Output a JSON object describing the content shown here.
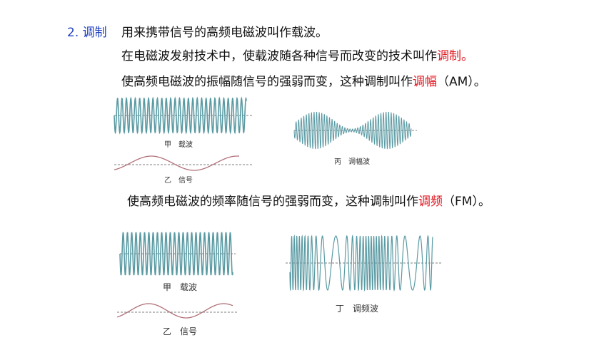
{
  "section": {
    "number_label": "2. 调制",
    "definition": "用来携带信号的高频电磁波叫作载波。"
  },
  "paragraphs": {
    "modulation": {
      "text": "在电磁波发射技术中，使载波随各种信号而改变的技术叫作",
      "term": "调制。"
    },
    "am": {
      "text": "使高频电磁波的振幅随信号的强弱而变，这种调制叫作",
      "term": "调幅",
      "suffix": "（AM）。"
    },
    "fm": {
      "text": "使高频电磁波的频率随信号的强弱而变，这种调制叫作",
      "term": "调频",
      "suffix": "（FM）。"
    }
  },
  "figures": {
    "am_carrier_caption": "甲　载波",
    "am_signal_caption": "乙　信号",
    "am_wave_caption": "丙　调幅波",
    "fm_carrier_caption": "甲　载波",
    "fm_signal_caption": "乙　信号",
    "fm_wave_caption": "丁　调频波"
  },
  "colors": {
    "wave": "#5a9aa3",
    "signal": "#b07078",
    "text_accent_blue": "#1f3fbf",
    "text_accent_red": "#e0141e"
  }
}
